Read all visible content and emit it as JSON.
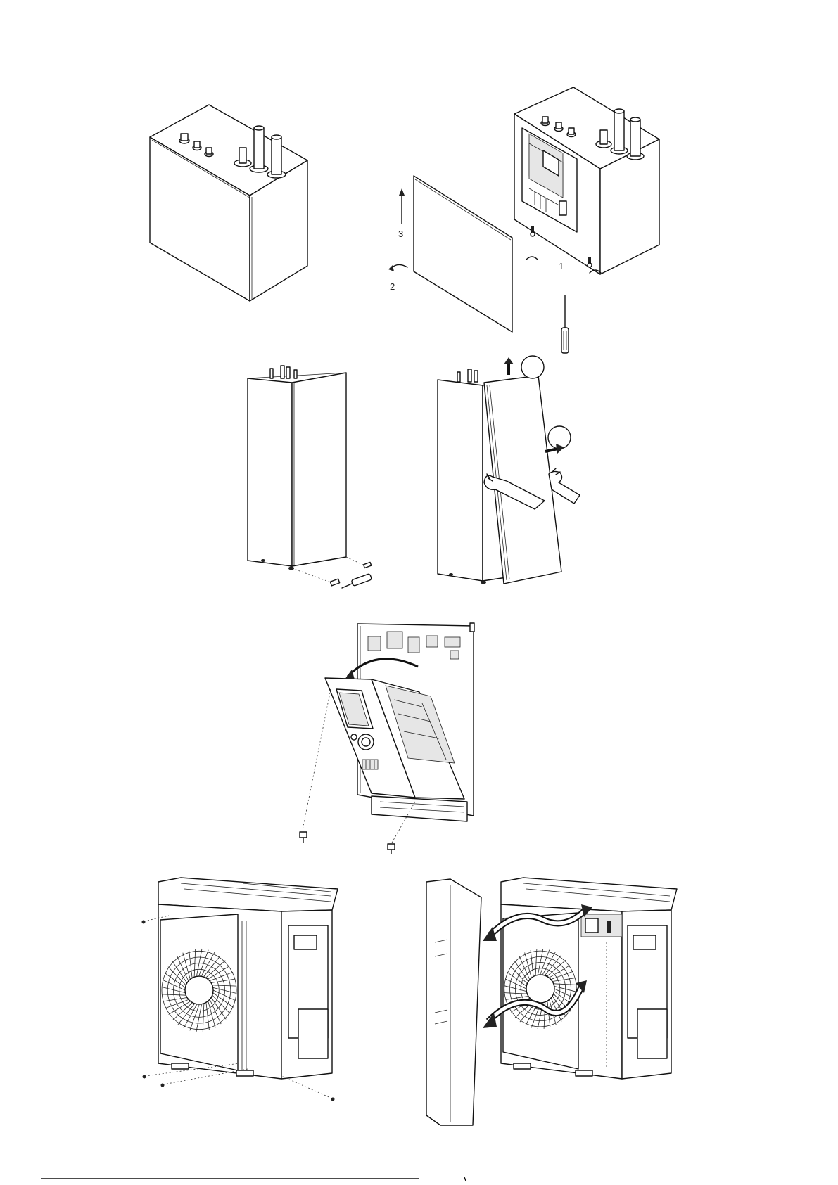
{
  "steps": {
    "top_label_1": "1",
    "top_label_2": "2",
    "top_label_3": "3"
  },
  "colors": {
    "line": "#111111",
    "fill": "#ffffff",
    "shade": "#e6e6e6"
  },
  "icons": [
    "arrow-up-icon",
    "rotate-arrow-icon",
    "screwdriver-icon",
    "screw-icon",
    "hand-icon",
    "fan-grille-icon"
  ]
}
